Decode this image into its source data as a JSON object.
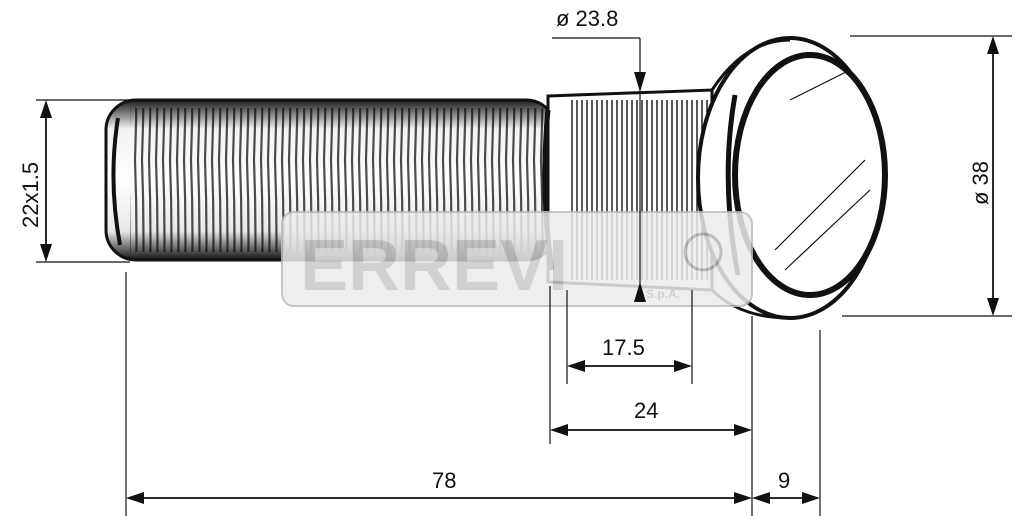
{
  "dimensions": {
    "thread": "22x1.5",
    "knurl_diameter": "ø 23.8",
    "head_diameter": "ø 38",
    "knurl_length": "17.5",
    "shoulder_length": "24",
    "total_length": "78",
    "head_thickness": "9"
  },
  "watermark": {
    "brand": "ERREVI",
    "suffix": "S.p.A."
  },
  "colors": {
    "ink": "#111111",
    "watermark": "#cfcfcf"
  }
}
